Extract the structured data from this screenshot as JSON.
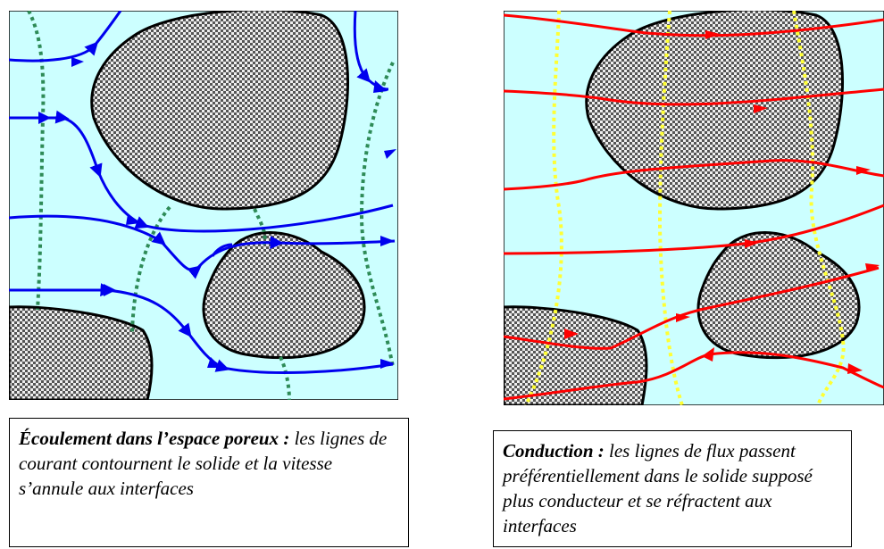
{
  "captions": {
    "left": {
      "title": "Écoulement dans l’espace poreux :",
      "text": "les lignes de courant contournent le solide et la vitesse s’annule aux interfaces"
    },
    "right": {
      "title": "Conduction :",
      "text": "les lignes de flux passent préférentiellement dans le solide supposé plus conducteur et se réfractent aux interfaces"
    }
  },
  "colors": {
    "fluid": "#ccffff",
    "streamline": "#0000ee",
    "isovelocity": "#2e8b57",
    "flux_line": "#ff0000",
    "isotherm": "#ffff33",
    "grain_dark": "#555555",
    "grain_light": "#eeeeee"
  }
}
